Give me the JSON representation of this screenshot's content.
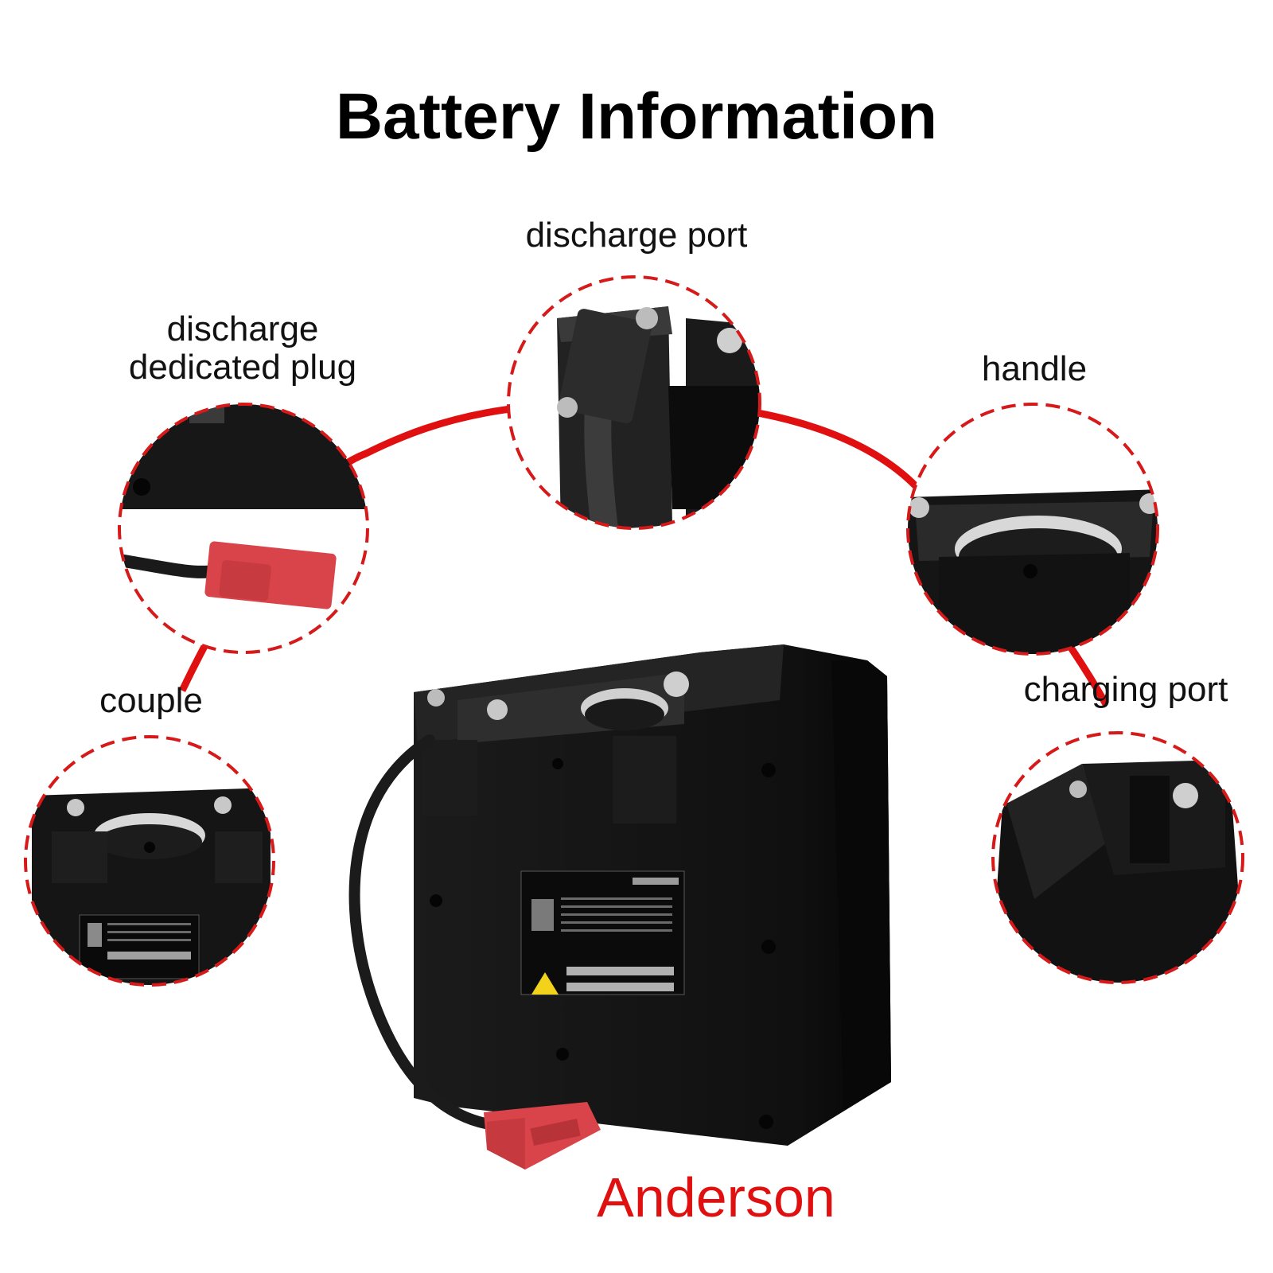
{
  "title": "Battery Information",
  "callouts": {
    "discharge_port": "discharge port",
    "discharge_plug": [
      "discharge",
      "dedicated plug"
    ],
    "handle": "handle",
    "couple": "couple",
    "charging_port": "charging port"
  },
  "connector_label": "Anderson",
  "colors": {
    "accent_red": "#e01010",
    "battery_body": "#141414",
    "plug_red": "#d9434a",
    "background": "#ffffff"
  }
}
